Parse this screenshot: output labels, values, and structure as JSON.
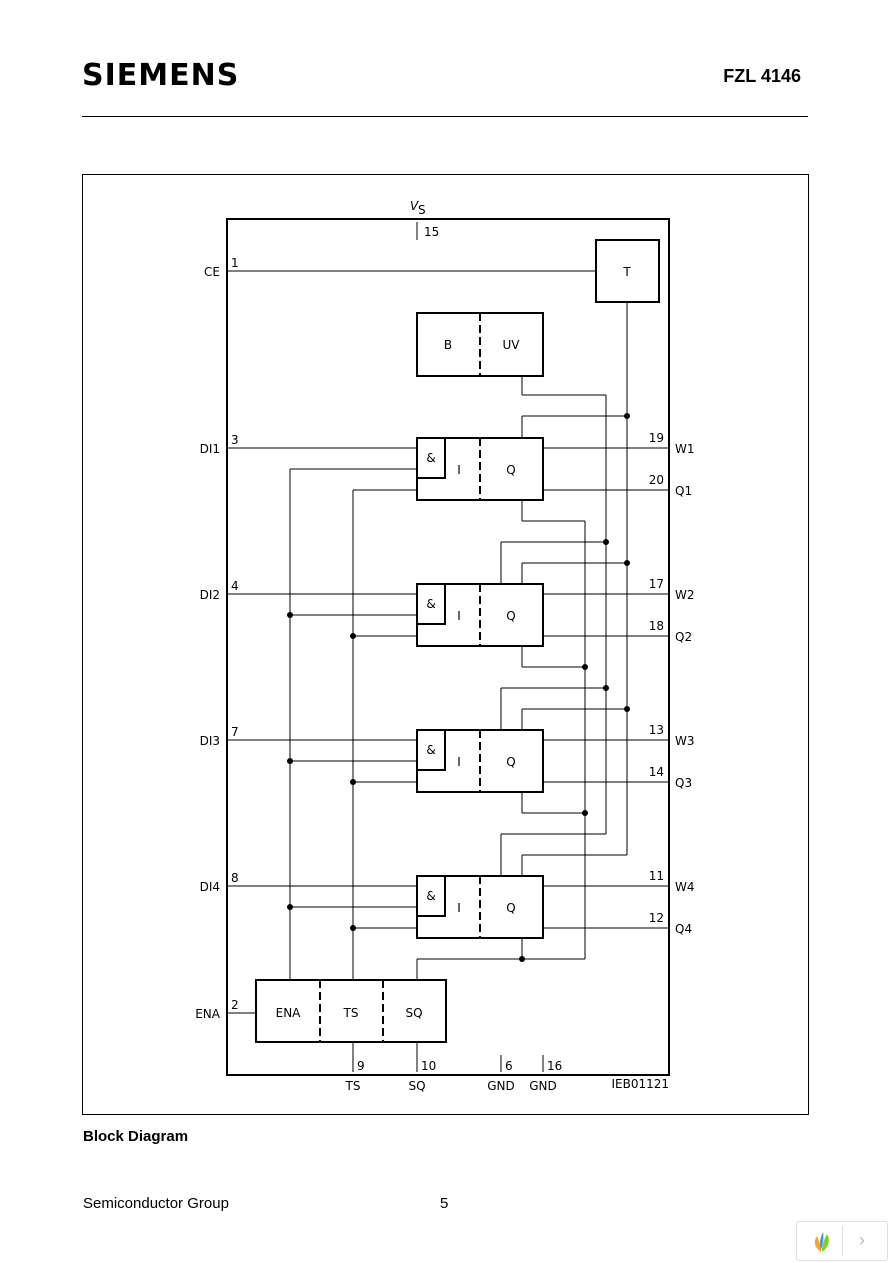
{
  "header": {
    "brand": "SIEMENS",
    "doc_id": "FZL 4146"
  },
  "diagram": {
    "supply_label": "V",
    "supply_sub": "S",
    "supply_pin": "15",
    "blocks": {
      "t": "T",
      "b": "B",
      "uv": "UV",
      "and": "&",
      "i": "I",
      "q": "Q",
      "ena": "ENA",
      "ts": "TS",
      "sq": "SQ"
    },
    "left_signals": [
      "CE",
      "DI1",
      "DI2",
      "DI3",
      "DI4",
      "ENA"
    ],
    "left_pins": [
      "1",
      "3",
      "4",
      "7",
      "8",
      "2"
    ],
    "right_signals": [
      "W1",
      "Q1",
      "W2",
      "Q2",
      "W3",
      "Q3",
      "W4",
      "Q4"
    ],
    "right_pins": [
      "19",
      "20",
      "17",
      "18",
      "13",
      "14",
      "11",
      "12"
    ],
    "bottom_pins": [
      "9",
      "10",
      "6",
      "16"
    ],
    "bottom_signals": [
      "TS",
      "SQ",
      "GND",
      "GND"
    ],
    "figure_code": "IEB01121"
  },
  "caption": "Block Diagram",
  "footer": {
    "group": "Semiconductor Group",
    "page": "5"
  }
}
